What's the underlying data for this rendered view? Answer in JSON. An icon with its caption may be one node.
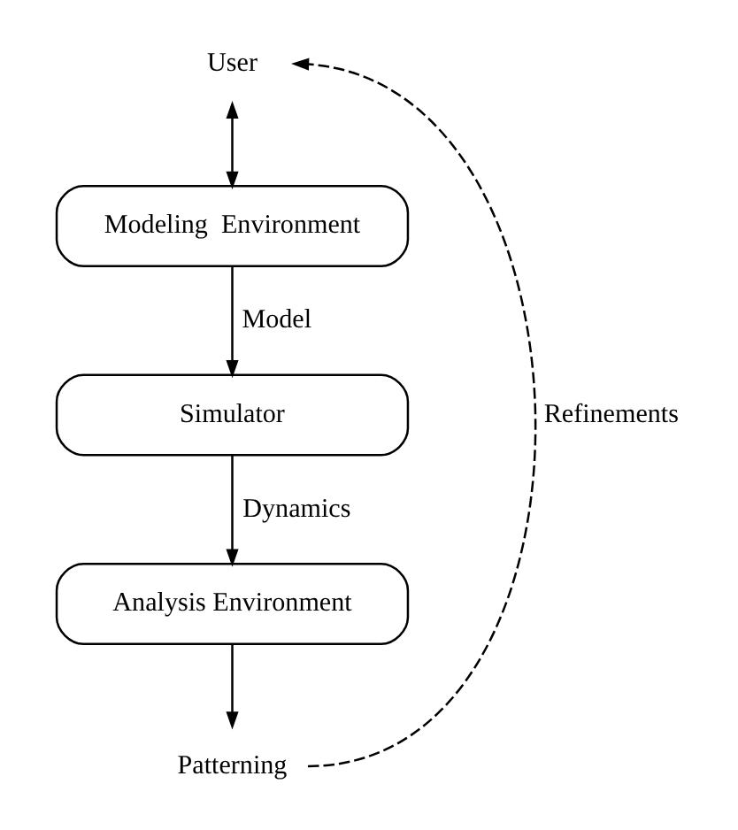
{
  "diagram": {
    "nodes": [
      {
        "text": [
          "User"
        ]
      },
      {
        "text": [
          "Modeling  Environment"
        ]
      },
      {
        "text": [
          "Simulator"
        ]
      },
      {
        "text": [
          "Analysis Environment"
        ]
      },
      {
        "text": [
          "Patterning"
        ]
      }
    ],
    "edges": [
      {
        "from": 0,
        "to": 1,
        "arrow": "both"
      },
      {
        "from": 1,
        "to": 2,
        "arrow": "to",
        "label": "Model"
      },
      {
        "from": 2,
        "to": 3,
        "arrow": "to",
        "label": "Dynamics"
      },
      {
        "from": 3,
        "to": 4,
        "arrow": "to"
      },
      {
        "from": 4,
        "to": 0,
        "arrow": "to",
        "label": "Refinements",
        "style": "dashed"
      }
    ]
  }
}
